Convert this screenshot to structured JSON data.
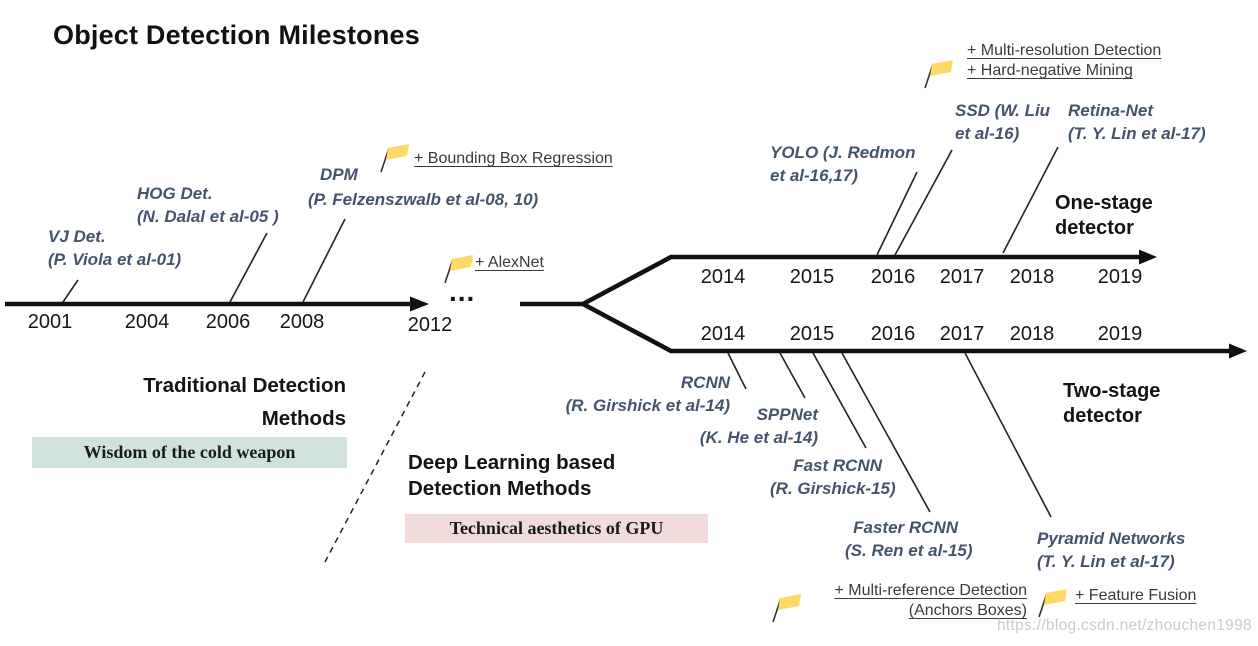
{
  "title": "Object Detection Milestones",
  "watermark": "https://blog.csdn.net/zhouchen1998",
  "main_timeline": {
    "years": [
      "2001",
      "2004",
      "2006",
      "2008"
    ],
    "year_2012": "2012",
    "ellipsis": "..."
  },
  "one_stage": {
    "label_line1": "One-stage",
    "label_line2": "detector",
    "years": [
      "2014",
      "2015",
      "2016",
      "2017",
      "2018",
      "2019"
    ]
  },
  "two_stage": {
    "label_line1": "Two-stage",
    "label_line2": "detector",
    "years": [
      "2014",
      "2015",
      "2016",
      "2017",
      "2018",
      "2019"
    ]
  },
  "eras": {
    "traditional_line1": "Traditional Detection",
    "traditional_line2": "Methods",
    "traditional_tagline": "Wisdom of the cold weapon",
    "deep_line1": "Deep Learning based",
    "deep_line2": "Detection Methods",
    "deep_tagline": "Technical aesthetics of GPU"
  },
  "milestones": {
    "vj": {
      "name": "VJ Det.",
      "cite": "(P. Viola et al-01)"
    },
    "hog": {
      "name": "HOG Det.",
      "cite": "(N. Dalal et al-05 )"
    },
    "dpm": {
      "name": "DPM",
      "cite": "(P. Felzenszwalb et al-08, 10)"
    },
    "yolo": {
      "name": "YOLO (J. Redmon",
      "cite": "et al-16,17)"
    },
    "ssd": {
      "name": "SSD (W. Liu",
      "cite": "et al-16)"
    },
    "retina": {
      "name": "Retina-Net",
      "cite": "(T. Y. Lin et al-17)"
    },
    "rcnn": {
      "name": "RCNN",
      "cite": "(R. Girshick et al-14)"
    },
    "sppnet": {
      "name": "SPPNet",
      "cite": "(K. He et al-14)"
    },
    "fast_rcnn": {
      "name": "Fast RCNN",
      "cite": "(R. Girshick-15)"
    },
    "faster_rcnn": {
      "name": "Faster RCNN",
      "cite": "(S. Ren et al-15)"
    },
    "pyramid": {
      "name": "Pyramid Networks",
      "cite": "(T. Y. Lin et al-17)"
    }
  },
  "annotations": {
    "bbox_regression": "+ Bounding Box Regression",
    "alexnet": "+ AlexNet",
    "multi_resolution": "+ Multi-resolution Detection",
    "hard_negative": "+ Hard-negative Mining",
    "multi_reference": "+ Multi-reference Detection",
    "anchors": "(Anchors Boxes)",
    "feature_fusion": "+ Feature Fusion"
  },
  "colors": {
    "milestone_text": "#44546a",
    "flag_fill": "#ffd966",
    "traditional_box_bg": "#cfe3dc",
    "deep_box_bg": "#f2dcdb",
    "line": "#111111",
    "watermark": "#cbcbcb"
  }
}
